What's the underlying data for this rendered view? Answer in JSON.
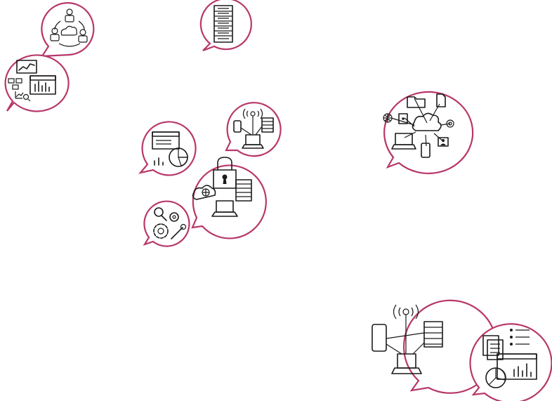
{
  "colors": {
    "bubble_border": "#b8376a",
    "accent_pink": "#f2a6f0",
    "accent_teal": "#8ee6c9",
    "accent_blue": "#a8d0ee",
    "line": "#1a1a1a"
  },
  "bubbles": [
    {
      "id": "people-cloud",
      "icon": "people-cloud-icon"
    },
    {
      "id": "server-rack",
      "icon": "server-rack-icon"
    },
    {
      "id": "analytics-dashboard",
      "icon": "analytics-dashboard-icon"
    },
    {
      "id": "cloud-network",
      "icon": "cloud-network-icon"
    },
    {
      "id": "iot-devices",
      "icon": "iot-devices-icon"
    },
    {
      "id": "report-pie",
      "icon": "report-pie-icon"
    },
    {
      "id": "secure-laptop",
      "icon": "secure-laptop-icon"
    },
    {
      "id": "settings-gears",
      "icon": "settings-gears-icon"
    },
    {
      "id": "wireless-network",
      "icon": "wireless-network-icon"
    },
    {
      "id": "documents-chart",
      "icon": "documents-chart-icon"
    }
  ]
}
